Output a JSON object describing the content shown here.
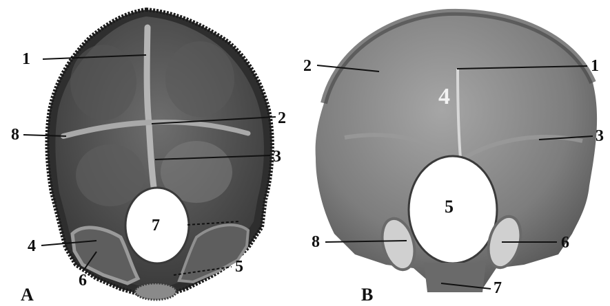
{
  "panel_a": {
    "letter": "A",
    "labels": {
      "l1": "1",
      "l2": "2",
      "l3": "3",
      "l4": "4",
      "l5": "5",
      "l6": "6",
      "l7": "7",
      "l8": "8"
    }
  },
  "panel_b": {
    "letter": "B",
    "labels": {
      "l1": "1",
      "l2": "2",
      "l3": "3",
      "l4": "4",
      "l5": "5",
      "l6": "6",
      "l7": "7",
      "l8": "8"
    }
  },
  "colors": {
    "bone_dark": "#4a4a4a",
    "bone_mid": "#7a7a7a",
    "bone_light": "#a8a8a8",
    "ridge": "#c4c4c4",
    "line": "#111111"
  }
}
